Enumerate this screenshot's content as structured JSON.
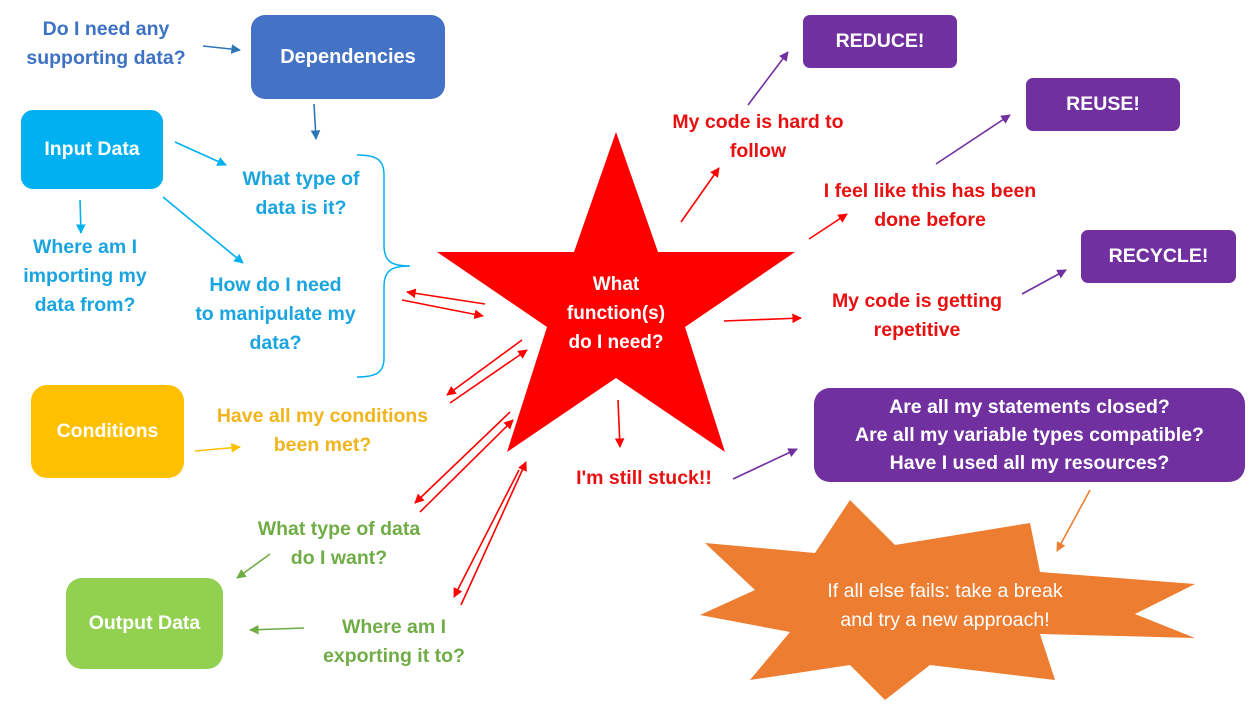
{
  "colors": {
    "dependencies": "#4472c4",
    "input": "#00b0f0",
    "input_text": "#1aa5e0",
    "conditions": "#ffc000",
    "conditions_text": "#f2b41c",
    "output": "#92d050",
    "output_text": "#70ad47",
    "star": "#ff0000",
    "red_text": "#e81010",
    "purple": "#7030a0",
    "burst": "#ed7d31",
    "dep_text": "#3d72c4"
  },
  "boxes": {
    "dependencies": "Dependencies",
    "input_data": "Input Data",
    "conditions": "Conditions",
    "output_data": "Output Data",
    "reduce": "REDUCE!",
    "reuse": "REUSE!",
    "recycle": "RECYCLE!"
  },
  "star": {
    "lines": [
      "What",
      "function(s)",
      "do I need?"
    ]
  },
  "questions": {
    "supporting_data": [
      "Do I need any",
      "supporting data?"
    ],
    "data_type": [
      "What type of",
      "data is it?"
    ],
    "importing_from": [
      "Where am I",
      "importing my",
      "data from?"
    ],
    "manipulate": [
      "How do I need",
      "to manipulate my",
      "data?"
    ],
    "conditions_met": [
      "Have all my conditions",
      "been met?"
    ],
    "output_type": [
      "What type of data",
      "do I want?"
    ],
    "exporting_to": [
      "Where am I",
      "exporting it to?"
    ],
    "hard_to_follow": [
      "My code is hard to",
      "follow"
    ],
    "done_before": [
      "I feel like this has been",
      "done before"
    ],
    "repetitive": [
      "My code is getting",
      "repetitive"
    ],
    "still_stuck": "I'm still stuck!!"
  },
  "checklist": [
    "Are all my statements closed?",
    "Are all my variable types compatible?",
    "Have I used all my resources?"
  ],
  "burst": {
    "lines": [
      "If all else fails: take a break",
      "and try a new approach!"
    ]
  }
}
